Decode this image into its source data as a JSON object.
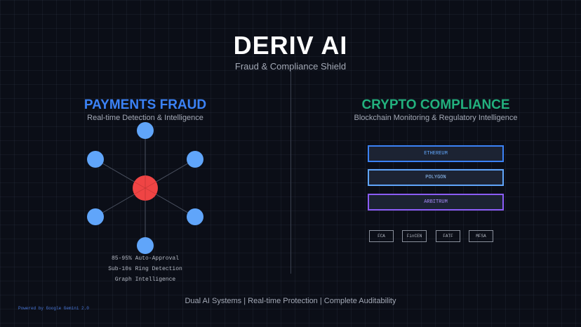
{
  "header": {
    "title": "DERIV AI",
    "subtitle": "Fraud & Compliance Shield"
  },
  "payments": {
    "title": "PAYMENTS FRAUD",
    "tagline": "Real-time Detection & Intelligence",
    "color": "#3b82f6",
    "stats": [
      "85-95% Auto-Approval",
      "Sub-10s Ring Detection",
      "Graph Intelligence"
    ],
    "center_node_color": "#ef4444",
    "outer_node_color": "#60a5fa"
  },
  "crypto": {
    "title": "CRYPTO COMPLIANCE",
    "tagline": "Blockchain Monitoring & Regulatory Intelligence",
    "color": "#22b07d",
    "chains": [
      {
        "label": "ETHEREUM",
        "color": "#3b82f6"
      },
      {
        "label": "POLYGON",
        "color": "#60a5fa"
      },
      {
        "label": "ARBITRUM",
        "color": "#8b5cf6"
      }
    ],
    "regulators": [
      "FCA",
      "FinCEN",
      "FATF",
      "MFSA"
    ]
  },
  "footer": {
    "text": "Dual AI Systems | Real-time Protection | Complete Auditability",
    "powered": "Powered by Google Gemini 2.0"
  }
}
